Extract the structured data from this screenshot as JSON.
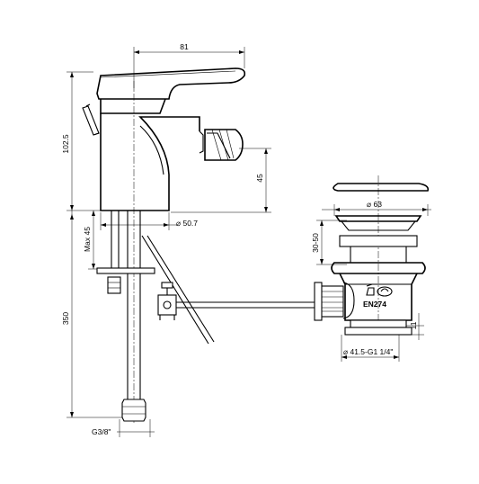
{
  "dimensions": {
    "width_top": "81",
    "height_total_top": "102.5",
    "spout_height": "45",
    "body_diameter": "⌀ 50.7",
    "max_deck": "Max 45",
    "hose_length": "350",
    "thread": "G3/8\"",
    "cap_diameter": "⌀ 63",
    "waste_range": "30-50",
    "waste_thread": "⌀ 41.5-G1 1/4\"",
    "waste_tail": "11"
  },
  "marks": {
    "standard": "EN274"
  },
  "icons": [
    "recycle-symbol-icon",
    "water-drop-icon"
  ]
}
